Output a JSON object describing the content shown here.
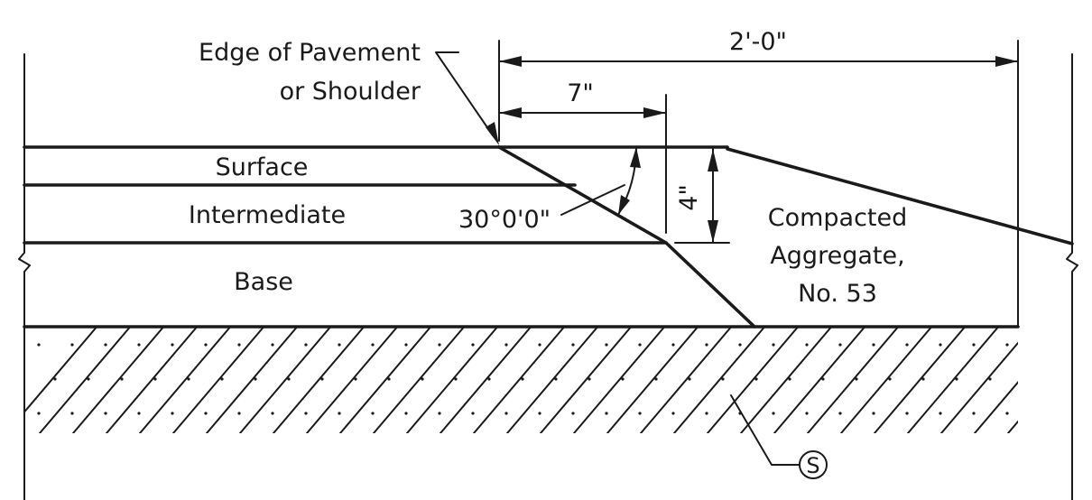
{
  "labels": {
    "edge_line1": "Edge of Pavement",
    "edge_line2": "or Shoulder",
    "surface": "Surface",
    "intermediate": "Intermediate",
    "base": "Base",
    "aggregate_line1": "Compacted",
    "aggregate_line2": "Aggregate,",
    "aggregate_line3": "No. 53",
    "subgrade_symbol": "S"
  },
  "dimensions": {
    "overall_width": "2'-0\"",
    "wedge_width": "7\"",
    "depth": "4\"",
    "angle": "30°0'0\""
  },
  "colors": {
    "ink": "#1a1a1a",
    "paper": "#ffffff"
  }
}
